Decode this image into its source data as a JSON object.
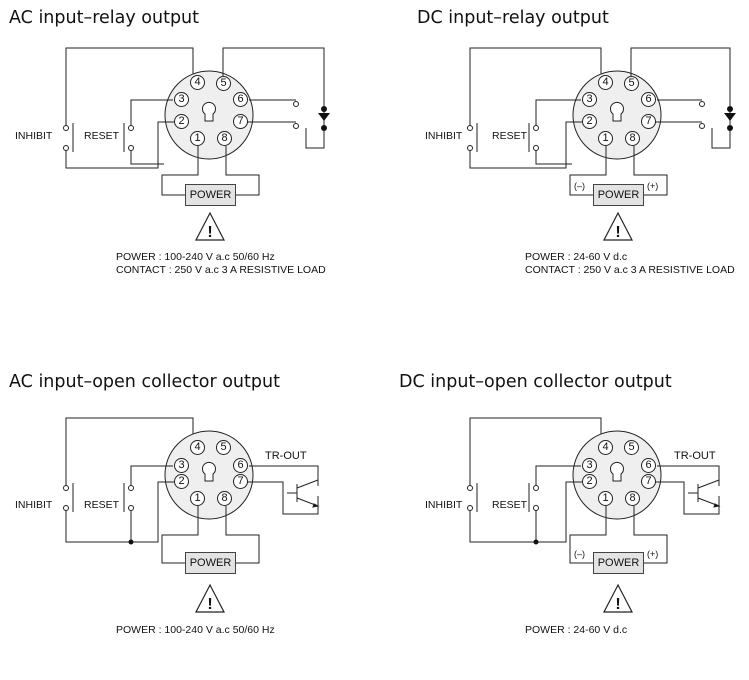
{
  "panels": [
    {
      "title": "AC input–relay output",
      "inhibit": "INHIBIT",
      "reset": "RESET",
      "pins": [
        "1",
        "2",
        "3",
        "4",
        "5",
        "6",
        "7",
        "8"
      ],
      "power_box": "POWER",
      "spec_power": "POWER   :   100-240 V a.c 50/60 Hz",
      "spec_contact": "CONTACT : 250 V a.c 3 A RESISTIVE  LOAD"
    },
    {
      "title": "DC input–relay output",
      "inhibit": "INHIBIT",
      "reset": "RESET",
      "pins": [
        "1",
        "2",
        "3",
        "4",
        "5",
        "6",
        "7",
        "8"
      ],
      "power_box": "POWER",
      "polarity_minus": "(–)",
      "polarity_plus": "(+)",
      "spec_power": "POWER   :   24-60 V d.c",
      "spec_contact": "CONTACT : 250 V a.c 3 A RESISTIVE  LOAD"
    },
    {
      "title": "AC input–open collector output",
      "inhibit": "INHIBIT",
      "reset": "RESET",
      "pins": [
        "1",
        "2",
        "3",
        "4",
        "5",
        "6",
        "7",
        "8"
      ],
      "tr_out": "TR-OUT",
      "power_box": "POWER",
      "spec_power": "POWER   :   100-240 V a.c 50/60 Hz"
    },
    {
      "title": "DC input–open collector output",
      "inhibit": "INHIBIT",
      "reset": "RESET",
      "pins": [
        "1",
        "2",
        "3",
        "4",
        "5",
        "6",
        "7",
        "8"
      ],
      "tr_out": "TR-OUT",
      "power_box": "POWER",
      "polarity_minus": "(–)",
      "polarity_plus": "(+)",
      "spec_power": "POWER   :   24-60 V d.c"
    }
  ]
}
